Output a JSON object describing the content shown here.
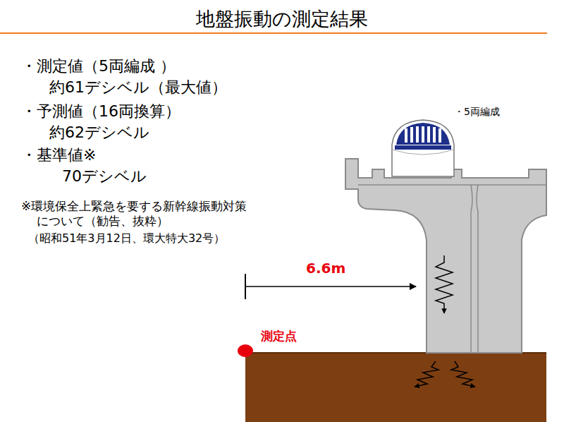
{
  "diagram": {
    "title": "地盤振動の測定結果",
    "labels": [
      "・測定値（5両編成 ）",
      "約61デシベル（最大値）",
      "・予測値（16両換算）",
      "約62デシベル",
      "・基準値※",
      "70デシベル",
      "※環境保全上緊急を要する新幹線振動対策 について（勧告、抜粋）",
      "（昭和51年3月12日、環大特大32号）",
      "・5両編成",
      "6.6m",
      "測定点"
    ]
  }
}
